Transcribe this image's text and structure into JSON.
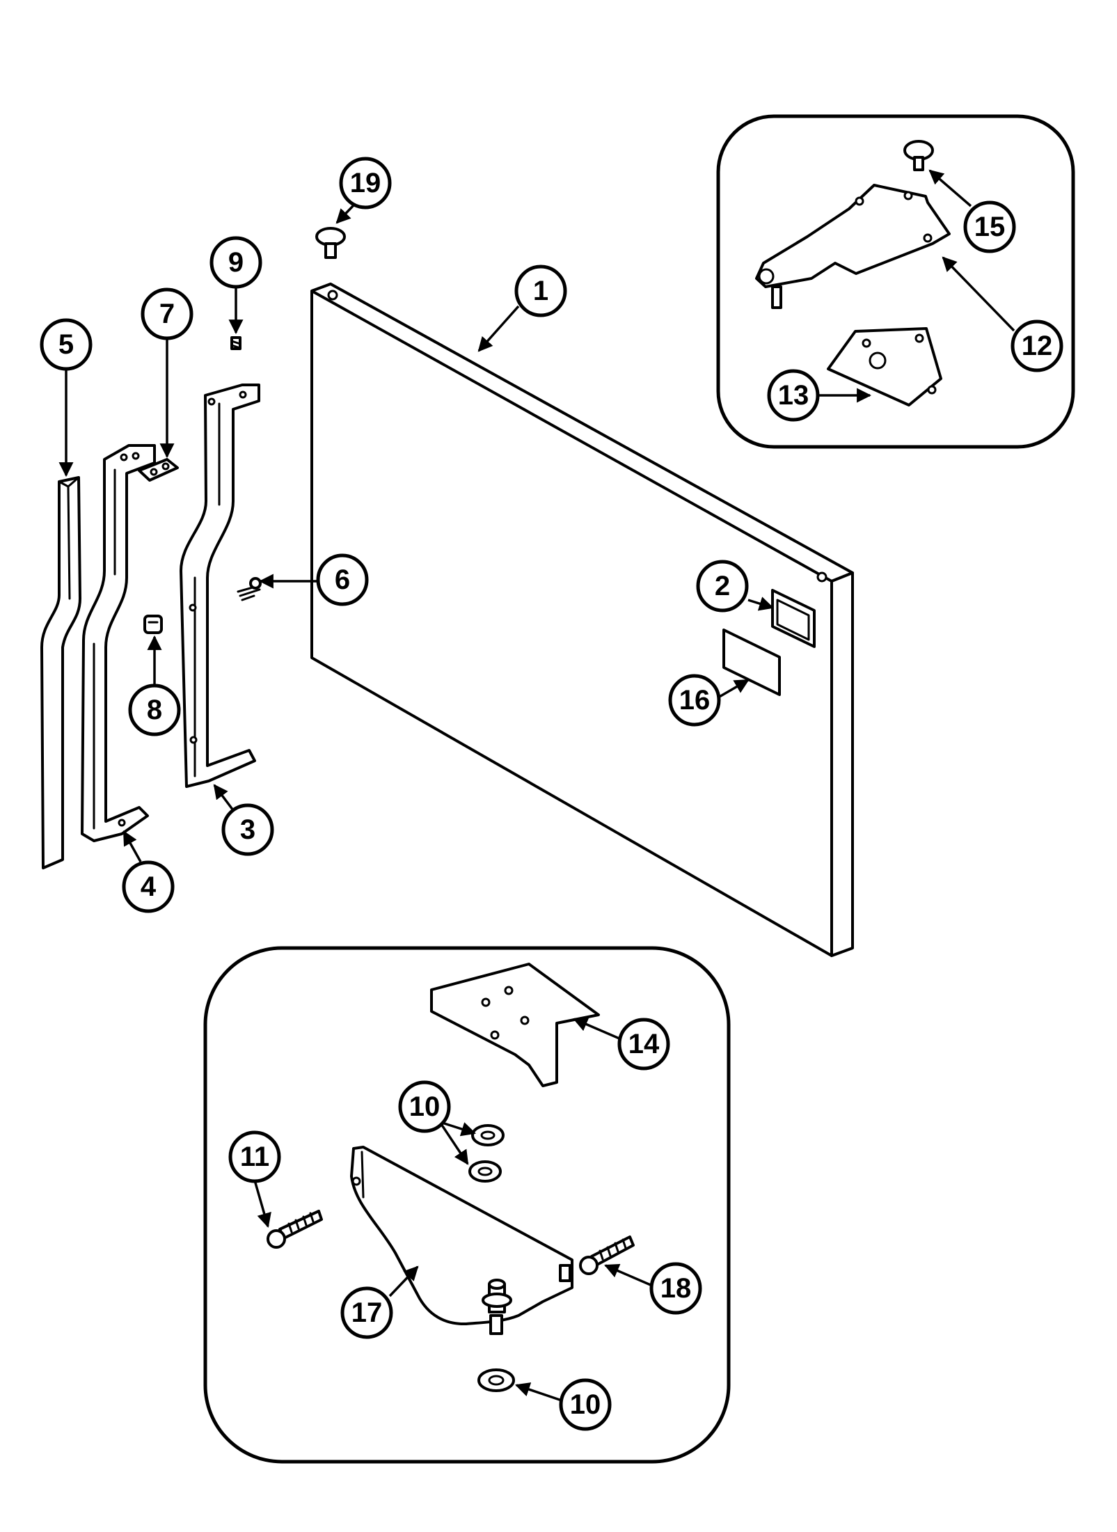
{
  "diagram": {
    "type": "exploded-parts-diagram",
    "colors": {
      "ink": "#000000",
      "paper": "#ffffff"
    },
    "callouts": [
      {
        "id": "c1",
        "number": "1",
        "part": "door-panel"
      },
      {
        "id": "c2",
        "number": "2",
        "part": "label-small"
      },
      {
        "id": "c3",
        "number": "3",
        "part": "door-handle-bracket"
      },
      {
        "id": "c4",
        "number": "4",
        "part": "handle-trim"
      },
      {
        "id": "c5",
        "number": "5",
        "part": "door-handle"
      },
      {
        "id": "c6",
        "number": "6",
        "part": "screw"
      },
      {
        "id": "c7",
        "number": "7",
        "part": "bracket-clip"
      },
      {
        "id": "c8",
        "number": "8",
        "part": "plug"
      },
      {
        "id": "c9",
        "number": "9",
        "part": "screw-small"
      },
      {
        "id": "c10a",
        "number": "10",
        "part": "washer-pair"
      },
      {
        "id": "c10b",
        "number": "10",
        "part": "washer-lower"
      },
      {
        "id": "c11",
        "number": "11",
        "part": "hinge-screw-left"
      },
      {
        "id": "c12",
        "number": "12",
        "part": "upper-hinge"
      },
      {
        "id": "c13",
        "number": "13",
        "part": "hinge-shim"
      },
      {
        "id": "c14",
        "number": "14",
        "part": "hinge-bracket"
      },
      {
        "id": "c15",
        "number": "15",
        "part": "hinge-cap"
      },
      {
        "id": "c16",
        "number": "16",
        "part": "label-large"
      },
      {
        "id": "c17",
        "number": "17",
        "part": "lower-hinge"
      },
      {
        "id": "c18",
        "number": "18",
        "part": "hinge-screw-right"
      },
      {
        "id": "c19",
        "number": "19",
        "part": "door-stop-pin"
      }
    ]
  }
}
